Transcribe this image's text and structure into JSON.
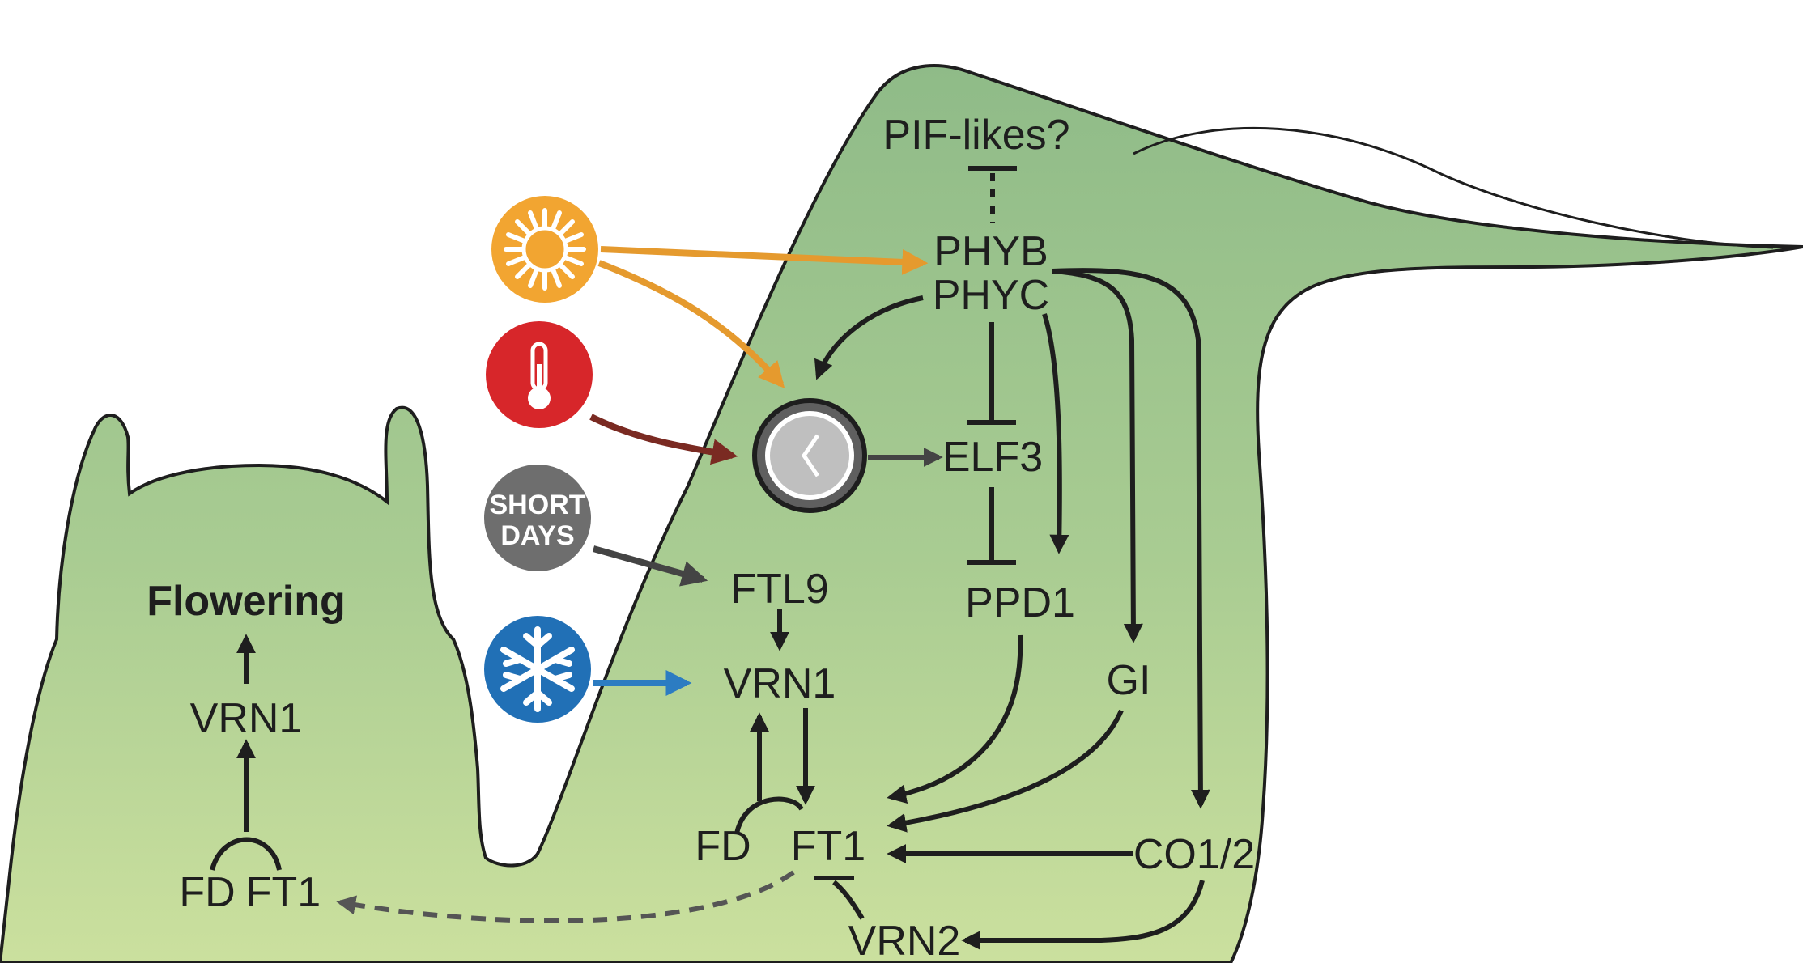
{
  "diagram": {
    "labels": {
      "pif": "PIF-likes?",
      "phyb": "PHYB",
      "phyc": "PHYC",
      "elf3": "ELF3",
      "ftl9": "FTL9",
      "vrn1_leaf": "VRN1",
      "ppd1": "PPD1",
      "gi": "GI",
      "fd_leaf": "FD",
      "ft1_leaf": "FT1",
      "co": "CO1/2",
      "vrn2": "VRN2",
      "flowering": "Flowering",
      "vrn1_apex": "VRN1",
      "fd_apex": "FD",
      "ft1_apex": "FT1"
    },
    "signals": {
      "light": {
        "icon": "sun-icon",
        "color": "#F2A531"
      },
      "temperature": {
        "icon": "thermometer-icon",
        "color": "#D7262A"
      },
      "short_days": {
        "icon": "short-days-icon",
        "color": "#6E6E6E",
        "line1": "SHORT",
        "line2": "DAYS"
      },
      "cold": {
        "icon": "snowflake-icon",
        "color": "#2170B6"
      }
    },
    "clock": {
      "icon": "clock-icon"
    },
    "colors": {
      "plant_top": "#93BE8A",
      "plant_bottom": "#C8DE9C",
      "arrow_dark": "#1e1e1e",
      "arrow_light": "#E59A2E",
      "arrow_temp": "#7A2A22",
      "arrow_cold": "#2C7CC2",
      "arrow_gray": "#444444"
    }
  }
}
